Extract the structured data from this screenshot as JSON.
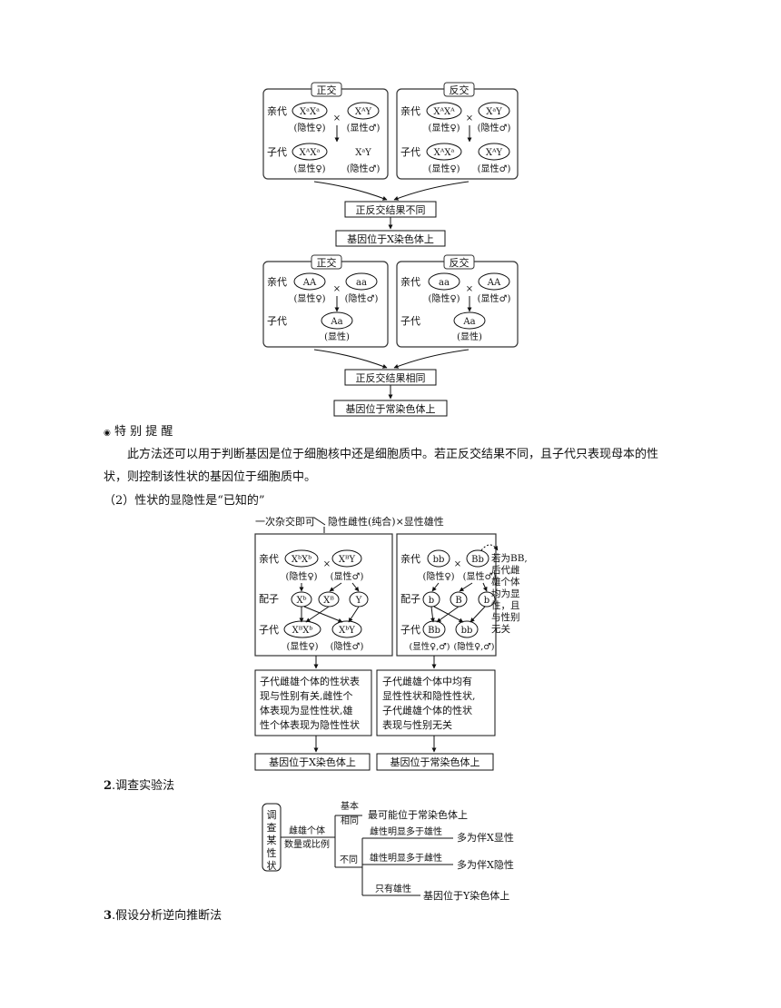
{
  "diagram1": {
    "panels": [
      {
        "title": "正交",
        "p_label": "亲代",
        "f_label": "子代",
        "p1": "XᵃXᵃ",
        "p1_note": "(隐性♀)",
        "cross": "×",
        "p2": "XᴬY",
        "p2_note": "(显性♂)",
        "c1": "XᴬXᵃ",
        "c1_note": "(显性♀)",
        "c2": "XᵃY",
        "c2_note": "(隐性♂)"
      },
      {
        "title": "反交",
        "p_label": "亲代",
        "f_label": "子代",
        "p1": "XᴬXᴬ",
        "p1_note": "(显性♀)",
        "cross": "×",
        "p2": "XᵃY",
        "p2_note": "(隐性♂)",
        "c1": "XᴬXᵃ",
        "c1_note": "(显性♀)",
        "c2": "XᴬY",
        "c2_note": "(显性♂)"
      }
    ],
    "result_box": "正反交结果不同",
    "conclusion_box": "基因位于X染色体上"
  },
  "diagram2": {
    "panels": [
      {
        "title": "正交",
        "p_label": "亲代",
        "f_label": "子代",
        "p1": "AA",
        "p1_note": "(显性♀)",
        "cross": "×",
        "p2": "aa",
        "p2_note": "(隐性♂)",
        "c": "Aa",
        "c_note": "(显性)"
      },
      {
        "title": "反交",
        "p_label": "亲代",
        "f_label": "子代",
        "p1": "aa",
        "p1_note": "(隐性♀)",
        "cross": "×",
        "p2": "AA",
        "p2_note": "(显性♂)",
        "c": "Aa",
        "c_note": "(显性)"
      }
    ],
    "result_box": "正反交结果相同",
    "conclusion_box": "基因位于常染色体上"
  },
  "special_tip": {
    "marker": "◉",
    "heading": "特 别 提 醒",
    "text1": "此方法还可以用于判断基因是位于细胞核中还是细胞质中。若正反交结果不同，且子代只表现母本的性",
    "text2": "状，则控制该性状的基因位于细胞质中。"
  },
  "subheading2": "（2）性状的显隐性是“已知的”",
  "diagram3": {
    "top_note": "一次杂交即可",
    "cross_label": "隐性雌性(纯合)×显性雄性",
    "left": {
      "p_label": "亲代",
      "g_label": "配子",
      "f_label": "子代",
      "p1": "XᵇXᵇ",
      "p1_note": "(隐性♀)",
      "cross": "×",
      "p2": "XᴮY",
      "p2_note": "(显性♂)",
      "g1": "Xᵇ",
      "g2": "Xᴮ",
      "g3": "Y",
      "c1": "XᴮXᵇ",
      "c1_note": "(显性♀)",
      "c2": "XᵇY",
      "c2_note": "(隐性♂)"
    },
    "right": {
      "p_label": "亲代",
      "g_label": "配子",
      "f_label": "子代",
      "p1": "bb",
      "p1_note": "(隐性♀)",
      "cross": "×",
      "p2": "Bb",
      "p2_note": "(显性♂)",
      "g1": "b",
      "g2": "B",
      "g3": "b",
      "c1": "Bb",
      "c1_note": "(显性♀,♂)",
      "c2": "bb",
      "c2_note": "(隐性♀,♂)"
    },
    "side_note": [
      "若为BB,",
      "后代雌",
      "雄个体",
      "均为显",
      "性，且",
      "与性别",
      "无关"
    ],
    "left_desc": [
      "子代雌雄个体的性状表",
      "现与性别有关,雌性个",
      "体表现为显性性状,雄",
      "性个体表现为隐性性状"
    ],
    "right_desc": [
      "子代雌雄个体中均有",
      "显性性状和隐性性状,",
      "子代雌雄个体的性状",
      "表现与性别无关"
    ],
    "left_conclusion": "基因位于X染色体上",
    "right_conclusion": "基因位于常染色体上"
  },
  "heading_2": {
    "num": "2",
    "text": ".调查实验法"
  },
  "diagram4": {
    "vertical_label": [
      "调",
      "查",
      "某",
      "性",
      "状"
    ],
    "ratio_label": [
      "雌雄个体",
      "数量或比例"
    ],
    "same_label": [
      "基本",
      "相同"
    ],
    "same_result": "最可能位于常染色体上",
    "diff_label": "不同",
    "cond1": "雌性明显多于雄性",
    "res1": "多为伴X显性",
    "cond2": "雄性明显多于雌性",
    "res2": "多为伴X隐性",
    "cond3": "只有雄性",
    "res3": "基因位于Y染色体上"
  },
  "heading_3": {
    "num": "3",
    "text": ".假设分析逆向推断法"
  }
}
